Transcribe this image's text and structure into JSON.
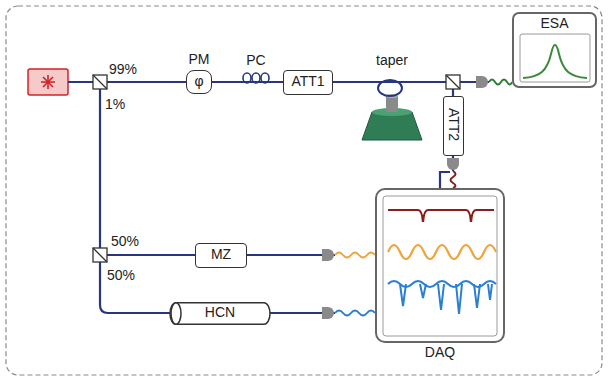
{
  "diagram": {
    "nodes": [
      {
        "text": [
          "PM",
          "φ"
        ]
      },
      {
        "text": [
          "ATT1"
        ]
      },
      {
        "text": [
          "ESA"
        ]
      },
      {
        "text": [
          "ATT2"
        ]
      },
      {
        "text": [
          "MZ"
        ]
      },
      {
        "text": [
          "HCN"
        ]
      },
      {
        "text": [
          "DAQ"
        ]
      }
    ],
    "edges": [
      {
        "from": 0,
        "to": 1,
        "arrow": "none"
      },
      {
        "from": 1,
        "to": 2,
        "arrow": "none"
      },
      {
        "from": 1,
        "to": 3,
        "arrow": "none"
      },
      {
        "from": 3,
        "to": 6,
        "arrow": "none"
      },
      {
        "from": 4,
        "to": 6,
        "arrow": "none"
      },
      {
        "from": 5,
        "to": 6,
        "arrow": "none"
      }
    ],
    "labels": [
      "99%",
      "1%",
      "PC",
      "taper",
      "50%",
      "50%"
    ]
  }
}
